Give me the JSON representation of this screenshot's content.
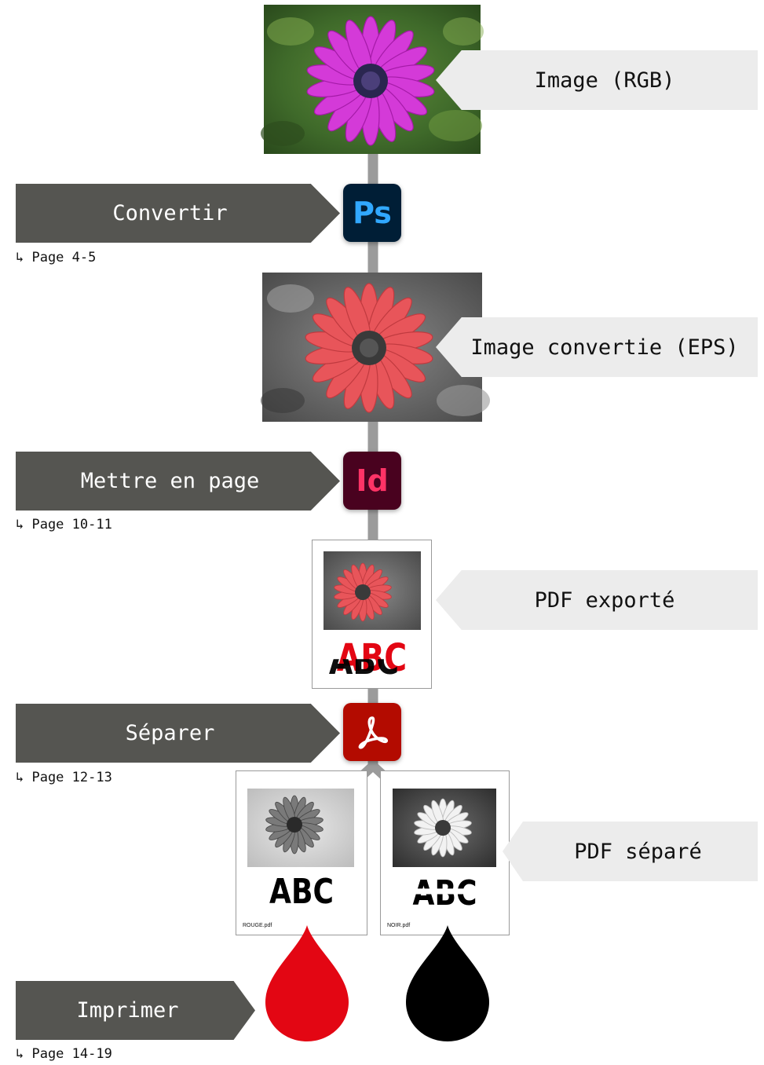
{
  "stages": {
    "rgb_label": "Image (RGB)",
    "eps_label": "Image convertie (EPS)",
    "pdf_label": "PDF exporté",
    "sep_label": "PDF séparé"
  },
  "steps": {
    "convert": {
      "label": "Convertir",
      "ref": "↳ Page 4-5"
    },
    "layout": {
      "label": "Mettre en page",
      "ref": "↳ Page 10-11"
    },
    "separate": {
      "label": "Séparer",
      "ref": "↳ Page 12-13"
    },
    "print": {
      "label": "Imprimer",
      "ref": "↳ Page 14-19"
    }
  },
  "icons": {
    "photoshop": {
      "text": "Ps",
      "bg": "#001e36",
      "fg": "#31a8ff"
    },
    "indesign": {
      "text": "Id",
      "bg": "#49021f",
      "fg": "#ff3366"
    },
    "acrobat": {
      "bg": "#b30b00",
      "fg": "#ffffff"
    }
  },
  "documents": {
    "exported_text": "ABC",
    "red_text": "ABC",
    "black_text": "ABC",
    "red_file": "ROUGE.pdf",
    "black_file": "NOIR.pdf"
  },
  "colors": {
    "red_ink": "#e30613",
    "black_ink": "#000000",
    "connector": "#9b9b9b",
    "label_dark": "#555551",
    "label_light": "#ececec"
  }
}
